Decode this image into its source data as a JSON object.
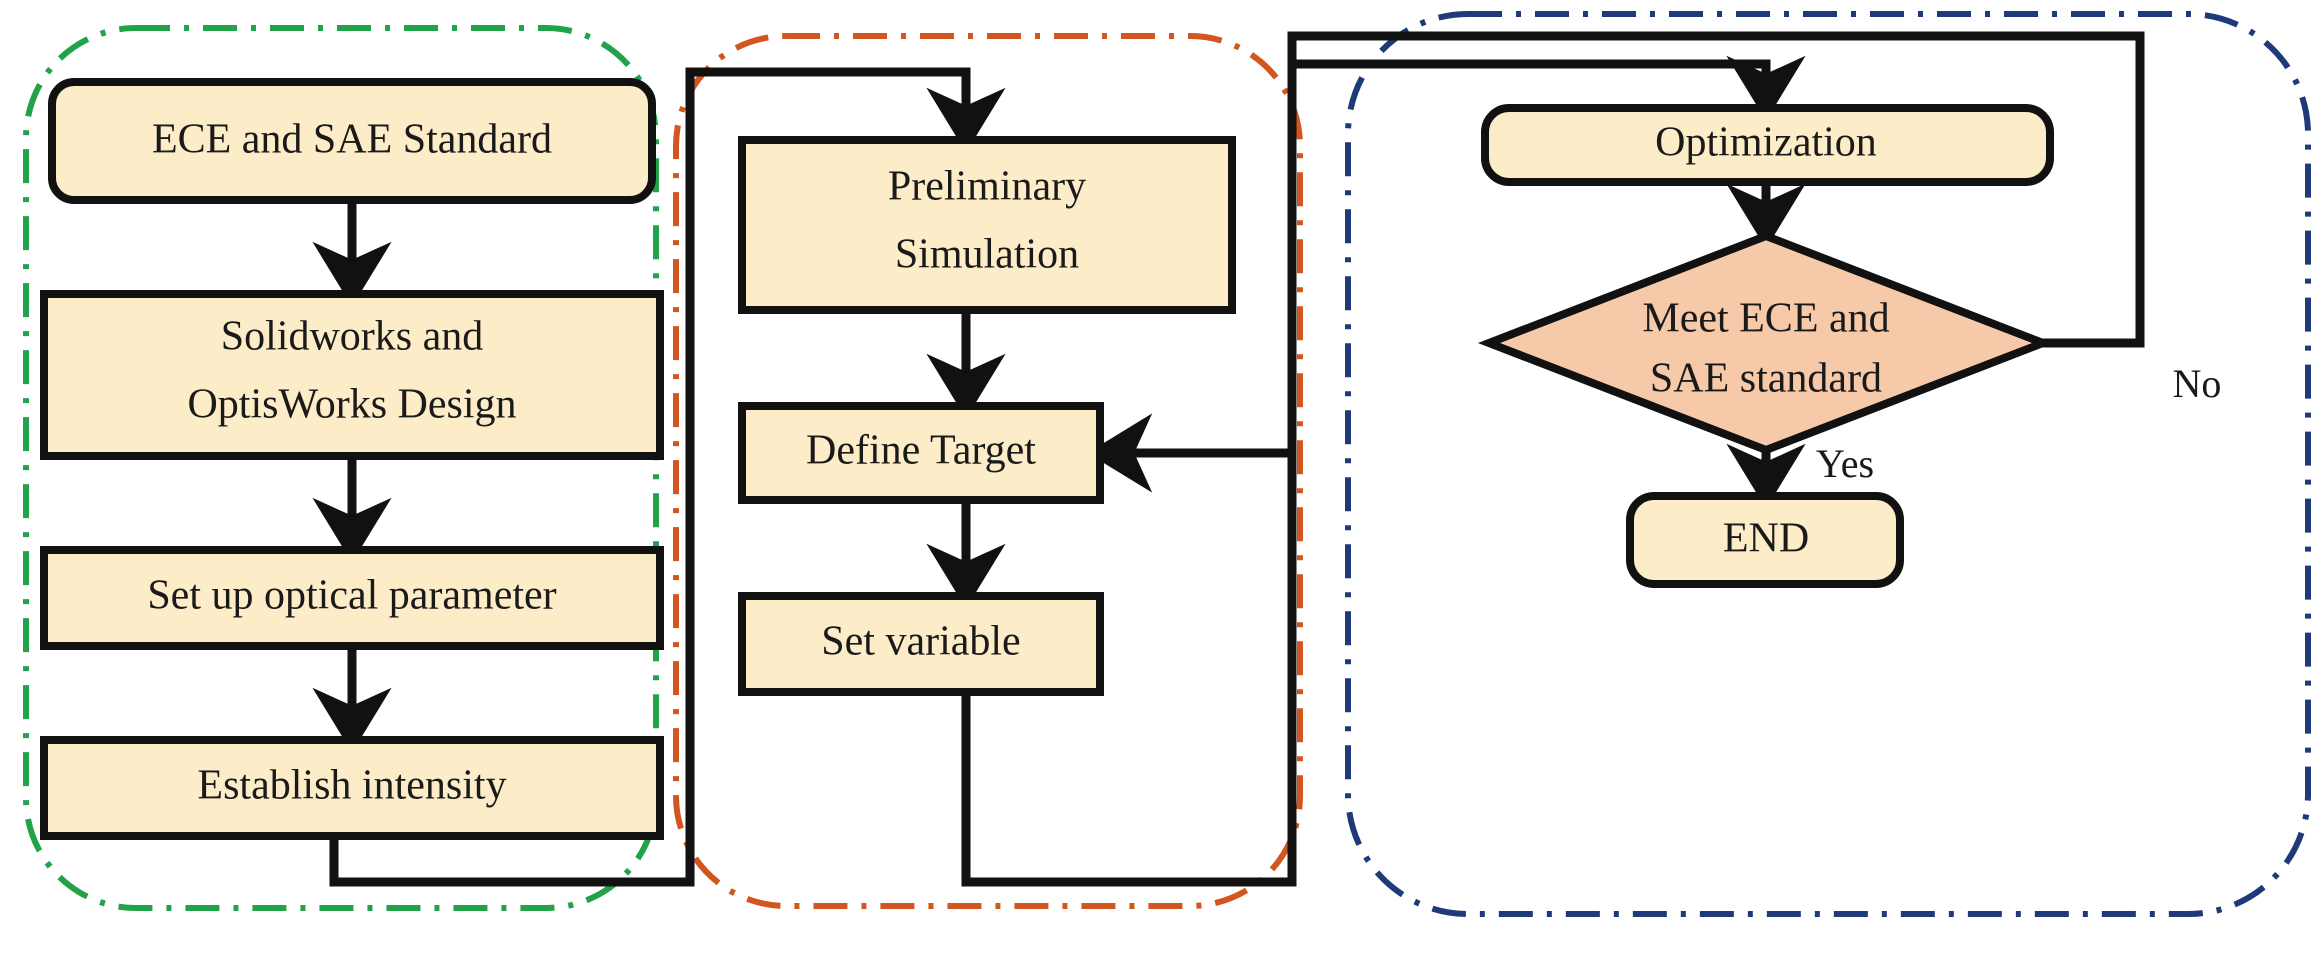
{
  "diagram": {
    "title": "Headlamp optical design and optimization workflow",
    "type": "flowchart",
    "background": "#ffffff",
    "palette": {
      "node_fill": "#FCECC8",
      "decision_fill": "#F6C9A8",
      "node_stroke": "#111111",
      "connector_stroke": "#111111",
      "group_green": "#22A34A",
      "group_orange": "#D2561E",
      "group_blue": "#1F3A78",
      "text": "#1a1a1a"
    },
    "groups": [
      {
        "id": "group-design",
        "color": "#22A34A",
        "style": "dash-dot",
        "label": ""
      },
      {
        "id": "group-simulation",
        "color": "#D2561E",
        "style": "dash-dot",
        "label": ""
      },
      {
        "id": "group-optimization",
        "color": "#1F3A78",
        "style": "dash-dot",
        "label": ""
      }
    ],
    "nodes": [
      {
        "id": "ece-sae-standard",
        "group": "group-design",
        "shape": "rounded-rect",
        "fill": "#FCECC8",
        "lines": [
          "ECE and SAE Standard"
        ]
      },
      {
        "id": "solidworks-design",
        "group": "group-design",
        "shape": "rect",
        "fill": "#FCECC8",
        "lines": [
          "Solidworks and",
          "OptisWorks Design"
        ]
      },
      {
        "id": "set-up-optical",
        "group": "group-design",
        "shape": "rect",
        "fill": "#FCECC8",
        "lines": [
          "Set up optical parameter"
        ]
      },
      {
        "id": "establish-intensity",
        "group": "group-design",
        "shape": "rect",
        "fill": "#FCECC8",
        "lines": [
          "Establish intensity"
        ]
      },
      {
        "id": "preliminary-sim",
        "group": "group-simulation",
        "shape": "rect",
        "fill": "#FCECC8",
        "lines": [
          "Preliminary",
          "Simulation"
        ]
      },
      {
        "id": "define-target",
        "group": "group-simulation",
        "shape": "rect",
        "fill": "#FCECC8",
        "lines": [
          "Define Target"
        ]
      },
      {
        "id": "set-variable",
        "group": "group-simulation",
        "shape": "rect",
        "fill": "#FCECC8",
        "lines": [
          "Set variable"
        ]
      },
      {
        "id": "optimization",
        "group": "group-optimization",
        "shape": "rounded-rect",
        "fill": "#FCECC8",
        "lines": [
          "Optimization"
        ]
      },
      {
        "id": "meet-standard",
        "group": "group-optimization",
        "shape": "diamond",
        "fill": "#F6C9A8",
        "lines": [
          "Meet ECE and",
          "SAE standard"
        ]
      },
      {
        "id": "end",
        "group": "group-optimization",
        "shape": "rounded-rect",
        "fill": "#FCECC8",
        "lines": [
          "END"
        ]
      }
    ],
    "edges": [
      {
        "from": "ece-sae-standard",
        "to": "solidworks-design",
        "label": ""
      },
      {
        "from": "solidworks-design",
        "to": "set-up-optical",
        "label": ""
      },
      {
        "from": "set-up-optical",
        "to": "establish-intensity",
        "label": ""
      },
      {
        "from": "establish-intensity",
        "to": "preliminary-sim",
        "label": ""
      },
      {
        "from": "preliminary-sim",
        "to": "define-target",
        "label": ""
      },
      {
        "from": "define-target",
        "to": "set-variable",
        "label": ""
      },
      {
        "from": "set-variable",
        "to": "optimization",
        "label": ""
      },
      {
        "from": "optimization",
        "to": "meet-standard",
        "label": ""
      },
      {
        "from": "meet-standard",
        "to": "end",
        "label": "Yes"
      },
      {
        "from": "meet-standard",
        "to": "define-target",
        "label": "No"
      }
    ],
    "labels": {
      "node_ece_sae_standard": "ECE and SAE Standard",
      "node_solidworks_l1": "Solidworks and",
      "node_solidworks_l2": "OptisWorks Design",
      "node_set_up_optical": "Set up optical parameter",
      "node_establish_intensity": "Establish intensity",
      "node_preliminary_l1": "Preliminary",
      "node_preliminary_l2": "Simulation",
      "node_define_target": "Define Target",
      "node_set_variable": "Set variable",
      "node_optimization": "Optimization",
      "node_meet_l1": "Meet ECE and",
      "node_meet_l2": "SAE standard",
      "node_end": "END",
      "edge_yes": "Yes",
      "edge_no": "No"
    }
  }
}
